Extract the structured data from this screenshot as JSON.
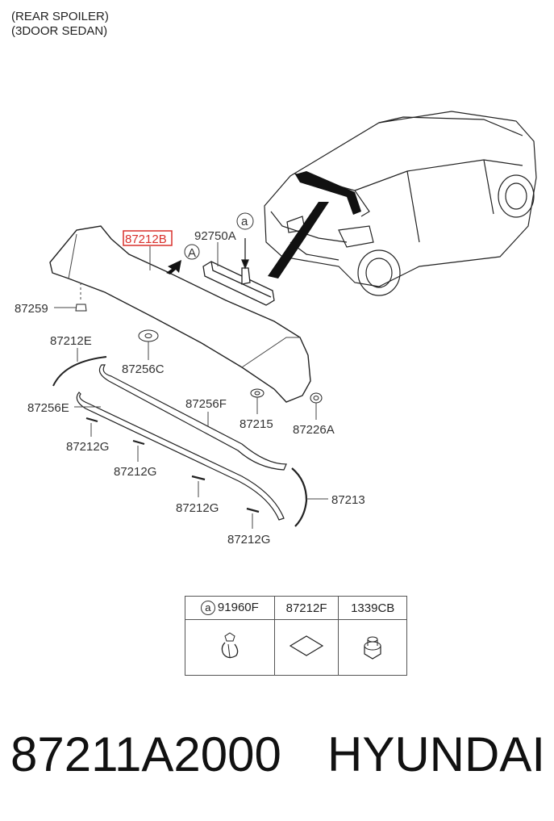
{
  "header": {
    "line1": "(REAR SPOILER)",
    "line2": "(3DOOR SEDAN)"
  },
  "labels": {
    "p87212B": "87212B",
    "p92750A": "92750A",
    "p87259": "87259",
    "p87212E": "87212E",
    "p87256C": "87256C",
    "p87256E": "87256E",
    "p87256F": "87256F",
    "p87215": "87215",
    "p87226A": "87226A",
    "p87212G_1": "87212G",
    "p87212G_2": "87212G",
    "p87212G_3": "87212G",
    "p87212G_4": "87212G",
    "p87213": "87213",
    "callout_a": "a",
    "view_A": "A"
  },
  "legend": {
    "col1_marker": "a",
    "col1": "91960F",
    "col2": "87212F",
    "col3": "1339CB"
  },
  "footer": {
    "part_number": "87211A2000",
    "brand": "HYUNDAI"
  },
  "colors": {
    "highlight_box": "#d9302c",
    "line": "#333333"
  }
}
